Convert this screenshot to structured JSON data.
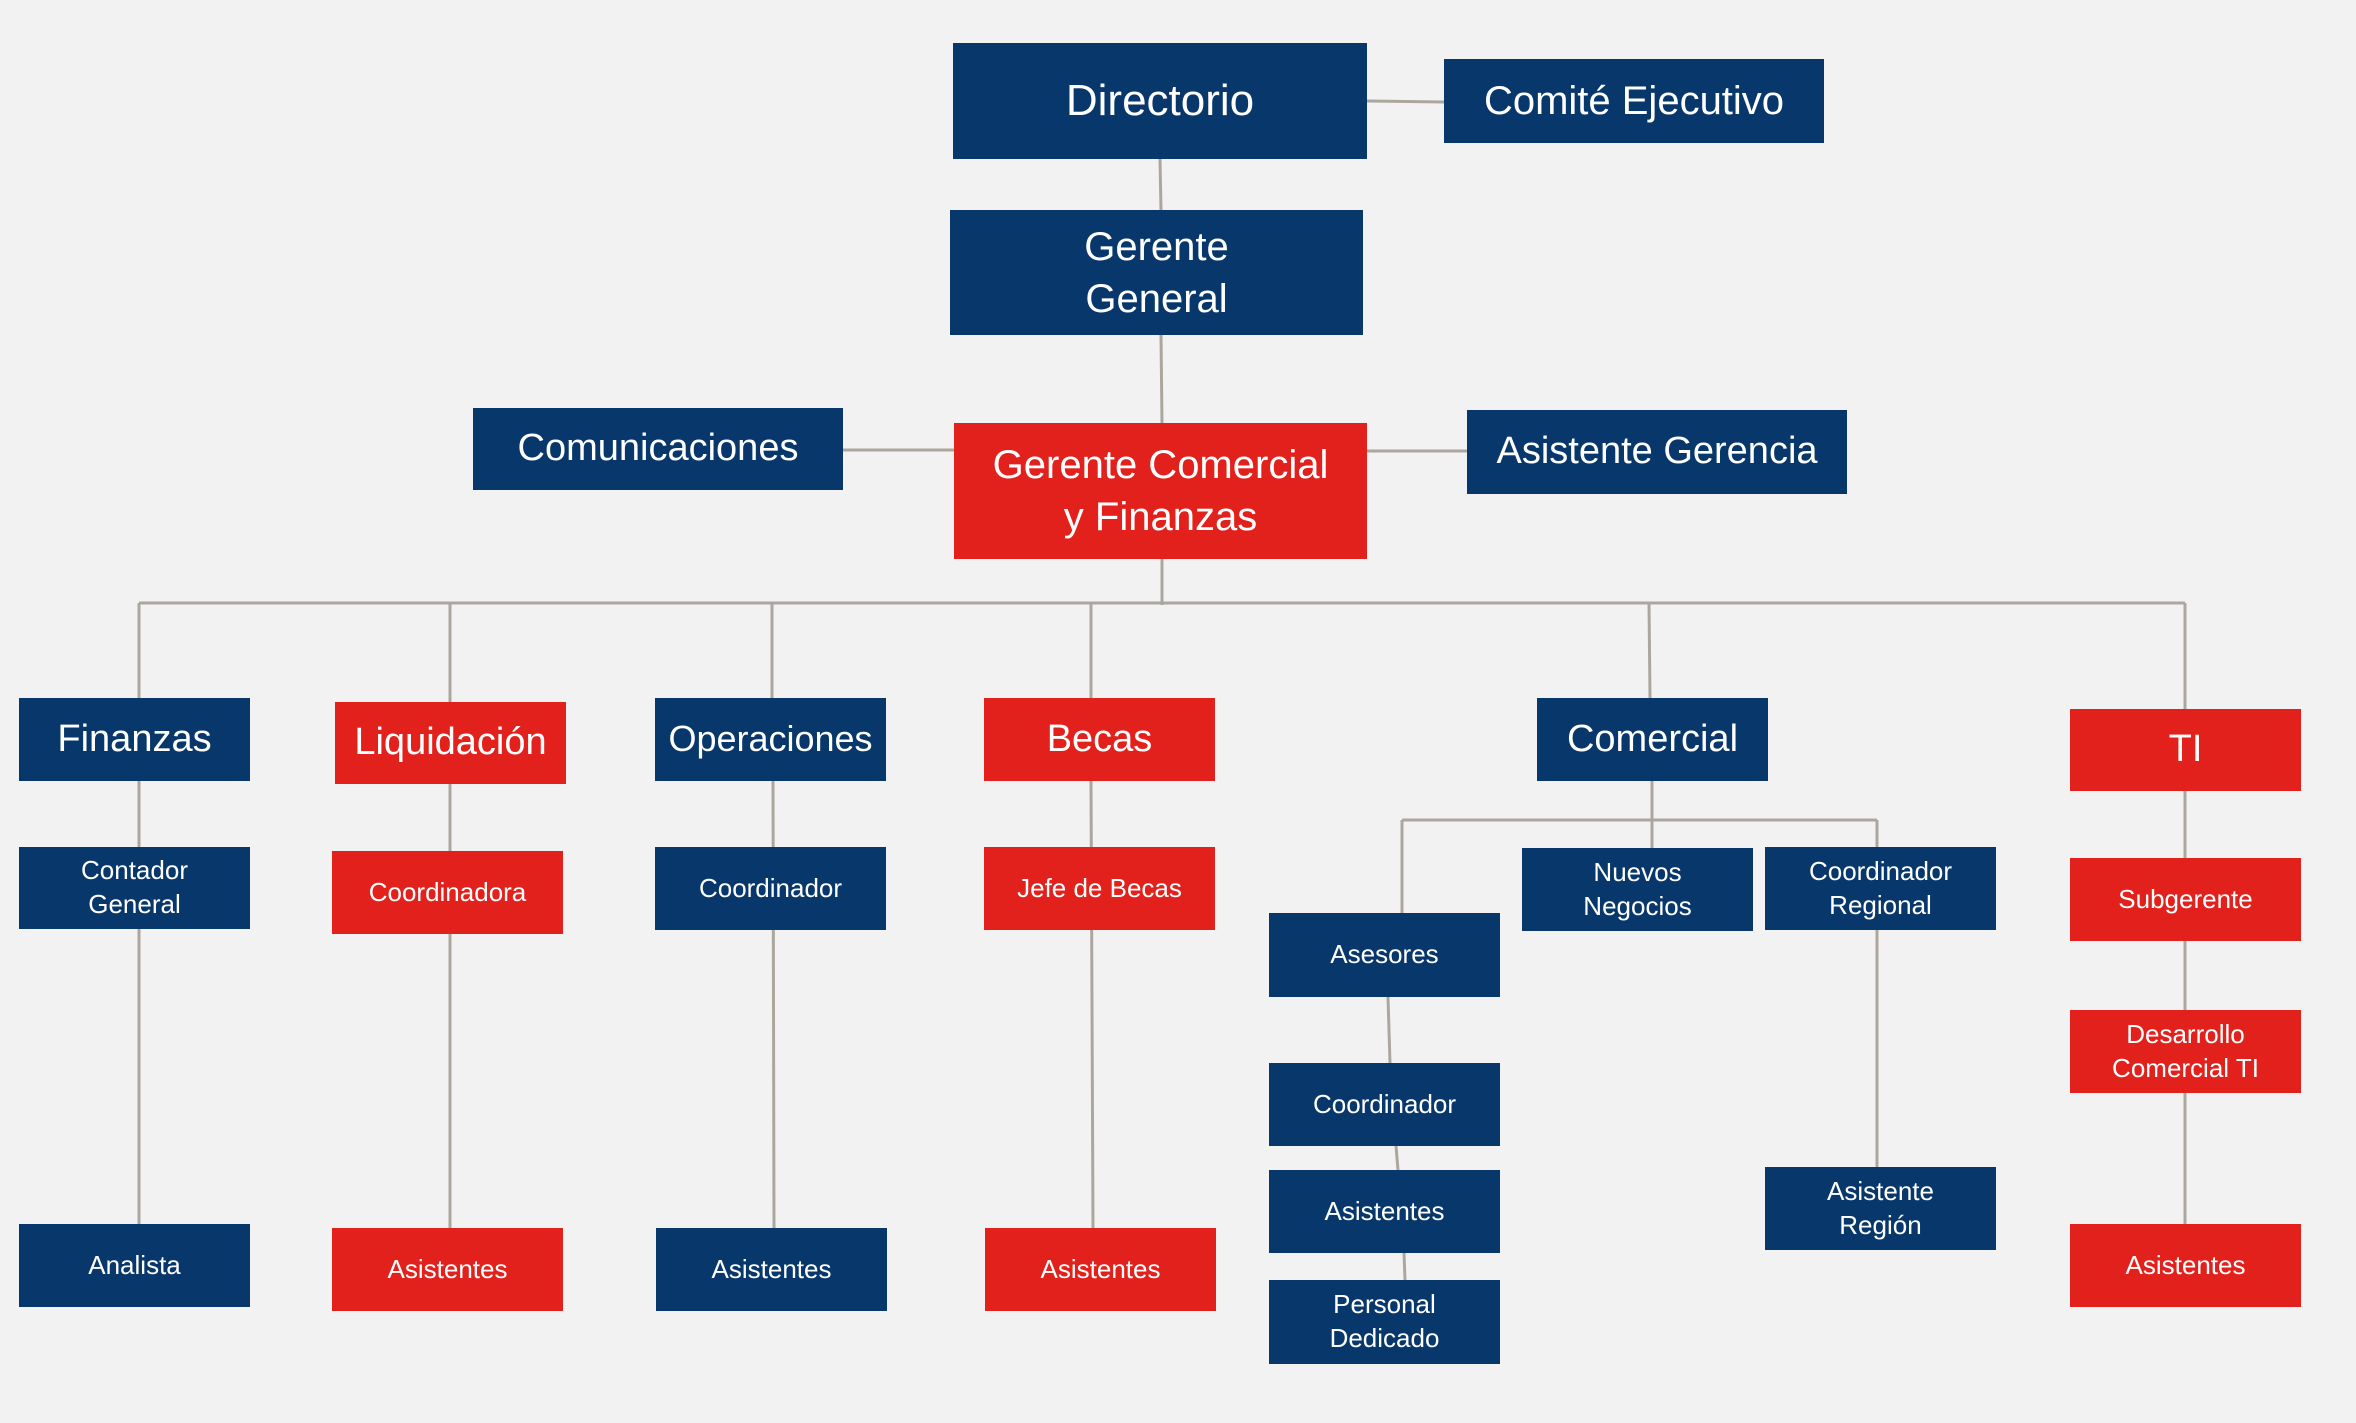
{
  "colors": {
    "navy": "#08376b",
    "red": "#e3211c",
    "line": "#aca79e",
    "background": "#f3f2f2"
  },
  "nodes": {
    "directorio": {
      "label": "Directorio",
      "color": "navy"
    },
    "comite": {
      "label": "Comité Ejecutivo",
      "color": "navy"
    },
    "gerente_general": {
      "label": "Gerente\nGeneral",
      "color": "navy"
    },
    "comunicaciones": {
      "label": "Comunicaciones",
      "color": "navy"
    },
    "gerente_comercial": {
      "label": "Gerente Comercial\ny Finanzas",
      "color": "red"
    },
    "asistente_gerencia": {
      "label": "Asistente Gerencia",
      "color": "navy"
    },
    "finanzas": {
      "label": "Finanzas",
      "color": "navy"
    },
    "contador": {
      "label": "Contador\nGeneral",
      "color": "navy"
    },
    "analista": {
      "label": "Analista",
      "color": "navy"
    },
    "liquidacion": {
      "label": "Liquidación",
      "color": "red"
    },
    "coordinadora": {
      "label": "Coordinadora",
      "color": "red"
    },
    "liq_asistentes": {
      "label": "Asistentes",
      "color": "red"
    },
    "operaciones": {
      "label": "Operaciones",
      "color": "navy"
    },
    "op_coordinador": {
      "label": "Coordinador",
      "color": "navy"
    },
    "op_asistentes": {
      "label": "Asistentes",
      "color": "navy"
    },
    "becas": {
      "label": "Becas",
      "color": "red"
    },
    "jefe_becas": {
      "label": "Jefe de Becas",
      "color": "red"
    },
    "becas_asistentes": {
      "label": "Asistentes",
      "color": "red"
    },
    "comercial": {
      "label": "Comercial",
      "color": "navy"
    },
    "asesores": {
      "label": "Asesores",
      "color": "navy"
    },
    "com_coordinador": {
      "label": "Coordinador",
      "color": "navy"
    },
    "com_asistentes": {
      "label": "Asistentes",
      "color": "navy"
    },
    "personal_dedicado": {
      "label": "Personal\nDedicado",
      "color": "navy"
    },
    "nuevos_negocios": {
      "label": "Nuevos\nNegocios",
      "color": "navy"
    },
    "coord_regional": {
      "label": "Coordinador\nRegional",
      "color": "navy"
    },
    "asistente_region": {
      "label": "Asistente\nRegión",
      "color": "navy"
    },
    "ti": {
      "label": "TI",
      "color": "red"
    },
    "subgerente": {
      "label": "Subgerente",
      "color": "red"
    },
    "desarrollo_ti": {
      "label": "Desarrollo\nComercial TI",
      "color": "red"
    },
    "ti_asistentes": {
      "label": "Asistentes",
      "color": "red"
    }
  }
}
